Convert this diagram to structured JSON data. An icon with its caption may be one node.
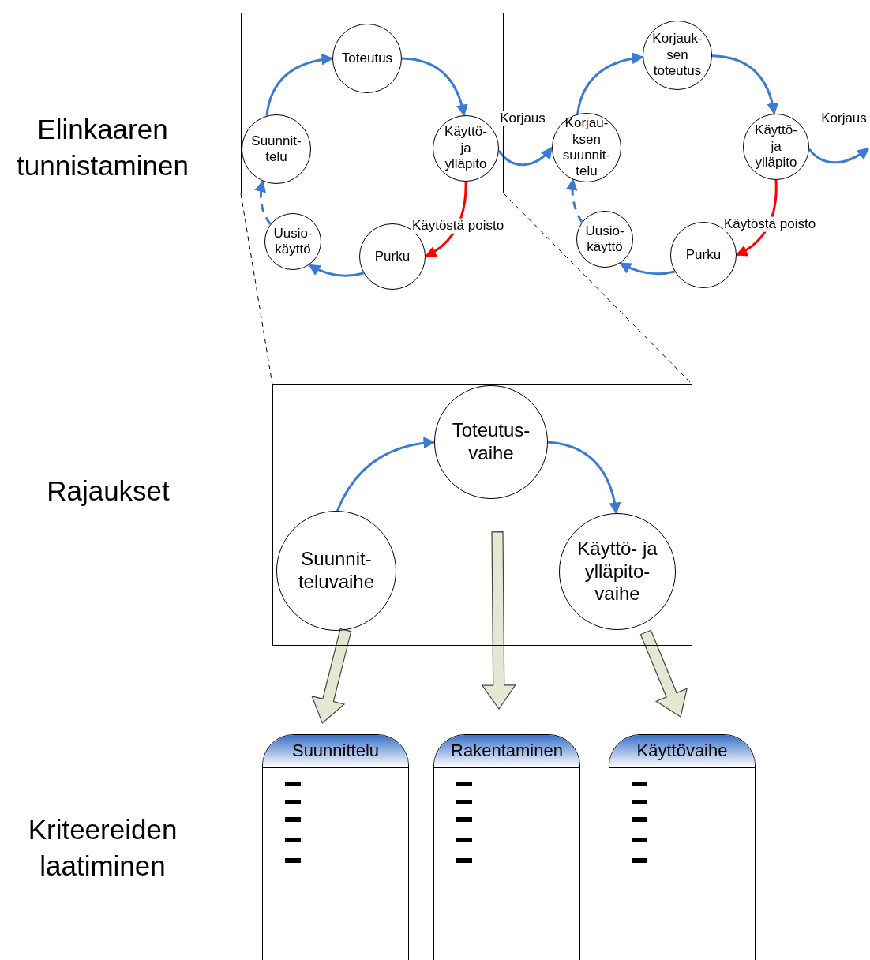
{
  "diagram": {
    "nodes": [
      {
        "text": [],
        "shape": "box"
      },
      {
        "text": [
          "Toteutus"
        ],
        "in": 0
      },
      {
        "text": [
          "Suunnit- telu"
        ],
        "in": 0
      },
      {
        "text": [
          "Käyttö- ja ylläpito"
        ],
        "in": 0
      },
      {
        "text": [
          "Uusio- käyttö"
        ]
      },
      {
        "text": [
          "Purku"
        ]
      },
      {
        "text": [
          "Korjauk- sen toteutus"
        ]
      },
      {
        "text": [
          "Korjau- ksen suunnit- telu"
        ]
      },
      {
        "text": [
          "Käyttö- ja ylläpito"
        ]
      },
      {
        "text": [
          "Uusio- käyttö"
        ]
      },
      {
        "text": [
          "Purku"
        ]
      },
      {
        "text": [],
        "shape": "box"
      },
      {
        "text": [
          "Toteutus- vaihe"
        ],
        "in": 11
      },
      {
        "text": [
          "Suunnit- teluvaihe"
        ],
        "in": 11
      },
      {
        "text": [
          "Käyttö- ja ylläpito- vaihe"
        ],
        "in": 11
      },
      {
        "text": [
          "Suunnittelu"
        ]
      },
      {
        "text": [
          "Rakentaminen"
        ]
      },
      {
        "text": [
          "Käyttövaihe"
        ]
      }
    ],
    "edges": [
      {
        "from": 2,
        "to": 1,
        "arrow": "to"
      },
      {
        "from": 1,
        "to": 3,
        "arrow": "to"
      },
      {
        "from": 3,
        "to": 5,
        "arrow": "to",
        "label": "Käytöstä poisto",
        "color": "#ff0000"
      },
      {
        "from": 5,
        "to": 4,
        "arrow": "to"
      },
      {
        "from": 4,
        "to": 2,
        "arrow": "to",
        "style": "dashed"
      },
      {
        "from": 3,
        "to": 7,
        "arrow": "to",
        "label": "Korjaus"
      },
      {
        "from": 7,
        "to": 6,
        "arrow": "to"
      },
      {
        "from": 6,
        "to": 8,
        "arrow": "to"
      },
      {
        "from": 8,
        "to": 10,
        "arrow": "to",
        "label": "Käytöstä poisto",
        "color": "#ff0000"
      },
      {
        "from": 10,
        "to": 9,
        "arrow": "to"
      },
      {
        "from": 9,
        "to": 7,
        "arrow": "to",
        "style": "dashed"
      },
      {
        "from": 8,
        "to": null,
        "arrow": "to",
        "label": "Korjaus"
      },
      {
        "from": 0,
        "to": 11,
        "arrow": "none",
        "style": "dashed",
        "color": "#000000"
      },
      {
        "from": 0,
        "to": 11,
        "arrow": "none",
        "style": "dashed",
        "color": "#000000"
      },
      {
        "from": 13,
        "to": 12,
        "arrow": "to"
      },
      {
        "from": 12,
        "to": 14,
        "arrow": "to"
      },
      {
        "from": 13,
        "to": 15,
        "arrow": "to",
        "style": "thick",
        "color": "#e3e8d2"
      },
      {
        "from": 12,
        "to": 16,
        "arrow": "to",
        "style": "thick",
        "color": "#e3e8d2"
      },
      {
        "from": 14,
        "to": 17,
        "arrow": "to",
        "style": "thick",
        "color": "#e3e8d2"
      }
    ],
    "labels": [
      "Elinkaaren tunnistaminen",
      "Rajaukset",
      "Kriteereiden laatiminen"
    ]
  }
}
